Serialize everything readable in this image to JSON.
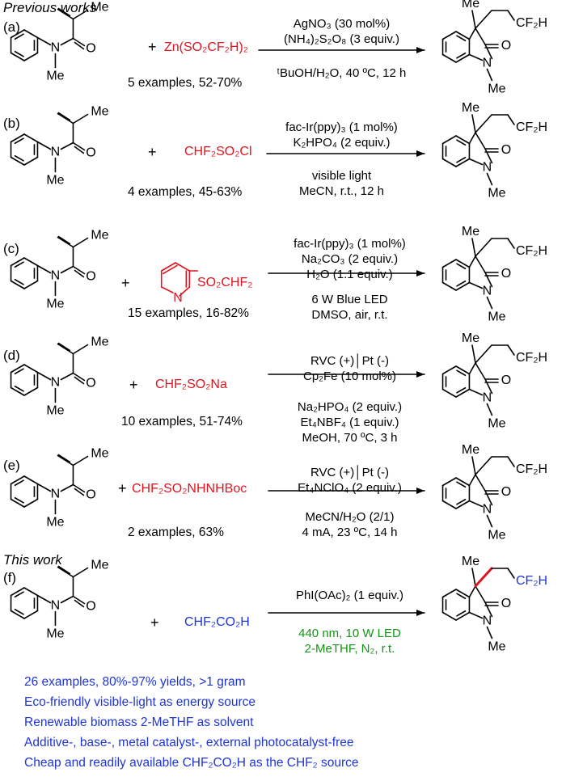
{
  "headers": {
    "previous": "Previous works",
    "this": "This work"
  },
  "labels": [
    "(a)",
    "(b)",
    "(c)",
    "(d)",
    "(e)",
    "(f)"
  ],
  "atoms": {
    "me": "Me",
    "n": "N",
    "o": "O",
    "cf2h": "CF₂H"
  },
  "rows": [
    {
      "reagent": "Zn(SO₂CF₂H)₂",
      "conditions_above": [
        "AgNO₃ (30 mol%)",
        "(NH₄)₂S₂O₈ (3 equiv.)"
      ],
      "conditions_below": [
        "ᵗBuOH/H₂O, 40 ºC, 12 h"
      ],
      "examples": "5 examples, 52-70%"
    },
    {
      "reagent": "CHF₂SO₂Cl",
      "conditions_above": [
        "fac-Ir(ppy)₃ (1 mol%)",
        "K₂HPO₄ (2 equiv.)"
      ],
      "conditions_below": [
        "visible light",
        "MeCN, r.t., 12 h"
      ],
      "examples": "4 examples, 45-63%"
    },
    {
      "reagent": "SO₂CHF₂",
      "conditions_above": [
        "fac-Ir(ppy)₃ (1 mol%)",
        "Na₂CO₃ (2 equiv.)",
        "H₂O (1.1 equiv.)"
      ],
      "conditions_below": [
        "6 W Blue LED",
        "DMSO, air, r.t."
      ],
      "examples": "15 examples, 16-82%"
    },
    {
      "reagent": "CHF₂SO₂Na",
      "conditions_above": [
        "RVC (+)│Pt (-)",
        "Cp₂Fe (10 mol%)"
      ],
      "conditions_below": [
        "Na₂HPO₄ (2 equiv.)",
        "Et₄NBF₄ (1 equiv.)",
        "MeOH, 70 ºC, 3 h"
      ],
      "examples": "10 examples, 51-74%"
    },
    {
      "reagent": "CHF₂SO₂NHNHBoc",
      "conditions_above": [
        "RVC (+)│Pt (-)",
        "Et₄NClO₄ (2 equiv.)"
      ],
      "conditions_below": [
        "MeCN/H₂O (2/1)",
        "4 mA, 23 ºC, 14 h"
      ],
      "examples": "2 examples, 63%"
    },
    {
      "reagent": "CHF₂CO₂H",
      "conditions_above": [
        "PhI(OAc)₂ (1 equiv.)"
      ],
      "conditions_below": [
        "440 nm, 10 W LED",
        "2-MeTHF, N₂, r.t."
      ],
      "examples": ""
    }
  ],
  "features": [
    "26 examples, 80%-97% yields, >1 gram",
    "Eco-friendly visible-light as energy source",
    "Renewable biomass 2-MeTHF as solvent",
    "Additive-, base-, metal catalyst-, external photocatalyst-free",
    "Cheap and readily available CHF₂CO₂H as the CHF₂ source"
  ],
  "colors": {
    "red": "#e0141e",
    "blue": "#1f35d6",
    "green": "#159416",
    "bond_highlight": "#e0141e"
  }
}
